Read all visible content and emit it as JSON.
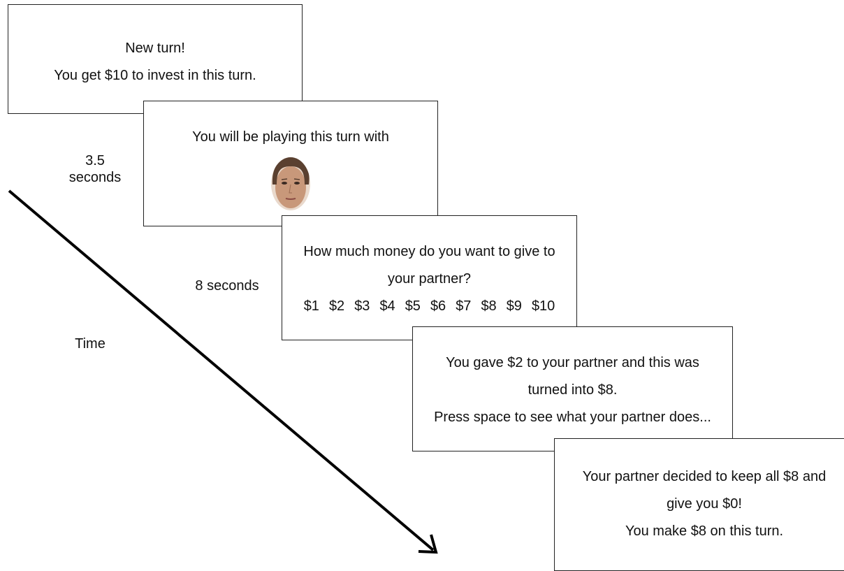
{
  "screens": {
    "new_turn": {
      "line1": "New turn!",
      "line2": "You get $10 to invest in this turn."
    },
    "partner": {
      "line1": "You will be playing this turn with",
      "face_icon": "partner-face-photo"
    },
    "offer": {
      "line1": "How much money do you want to give to",
      "line2": "your partner?",
      "options": [
        "$1",
        "$2",
        "$3",
        "$4",
        "$5",
        "$6",
        "$7",
        "$8",
        "$9",
        "$10"
      ]
    },
    "gave": {
      "line1": "You gave $2 to your partner and this was",
      "line2": "turned into $8.",
      "line3": "Press space to see what your partner does..."
    },
    "outcome": {
      "line1": "Your partner decided to keep all $8 and",
      "line2": "give you $0!",
      "line3": "You make $8 on this turn."
    }
  },
  "labels": {
    "duration_1": "3.5\nseconds",
    "duration_2": "8 seconds",
    "time": "Time"
  },
  "colors": {
    "border": "#222222",
    "arrow": "#000000",
    "skin": "#c8987a",
    "hair": "#5a4030"
  }
}
